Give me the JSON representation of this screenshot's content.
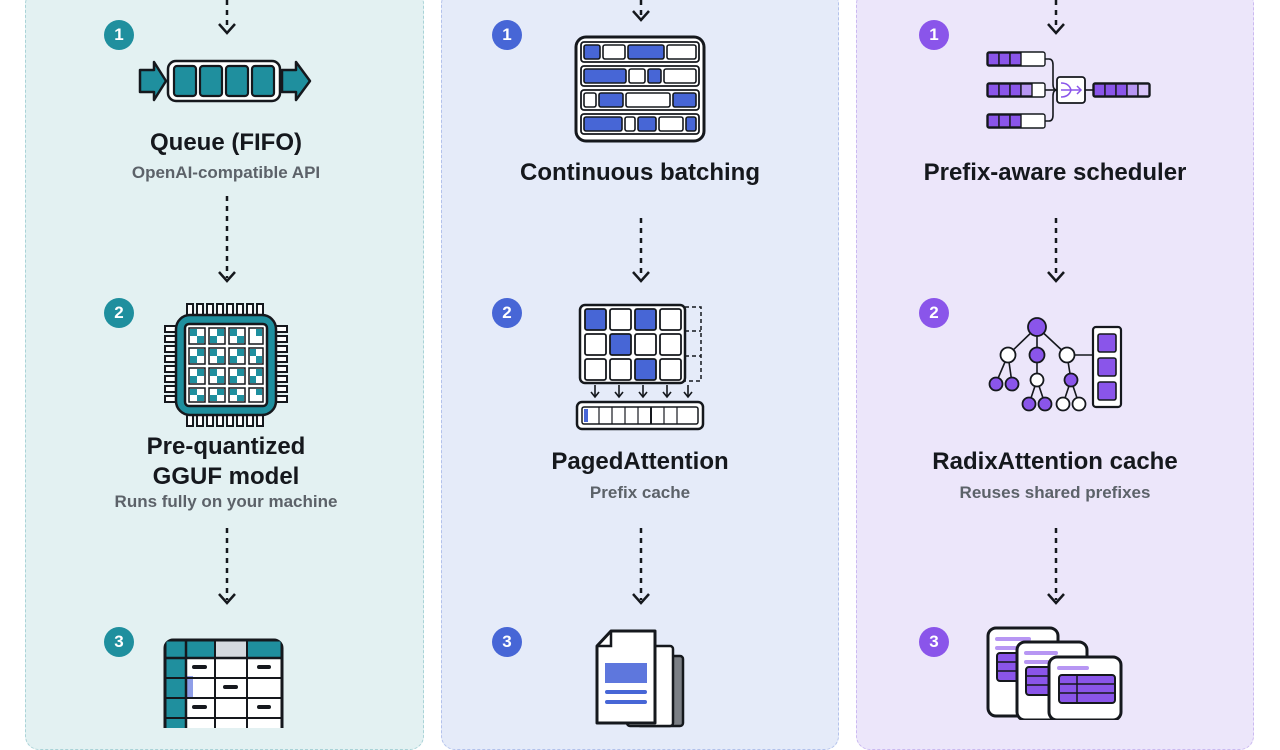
{
  "columns": [
    {
      "steps": [
        {
          "number": "1",
          "icon": "fifo-queue-icon",
          "title": "Queue (FIFO)",
          "subtitle": "OpenAI-compatible API"
        },
        {
          "number": "2",
          "icon": "chip-icon",
          "title_lines": [
            "Pre-quantized",
            "GGUF model"
          ],
          "subtitle": "Runs fully on your machine"
        },
        {
          "number": "3",
          "icon": "table-icon"
        }
      ]
    },
    {
      "steps": [
        {
          "number": "1",
          "icon": "batch-grid-icon",
          "title": "Continuous batching"
        },
        {
          "number": "2",
          "icon": "paged-blocks-icon",
          "title": "PagedAttention",
          "subtitle": "Prefix cache"
        },
        {
          "number": "3",
          "icon": "document-stack-icon"
        }
      ]
    },
    {
      "steps": [
        {
          "number": "1",
          "icon": "scheduler-merge-icon",
          "title": "Prefix-aware scheduler"
        },
        {
          "number": "2",
          "icon": "radix-tree-icon",
          "title": "RadixAttention cache",
          "subtitle": "Reuses shared prefixes"
        },
        {
          "number": "3",
          "icon": "document-stack-icon"
        }
      ]
    }
  ],
  "colors": {
    "teal": "#1f8f9e",
    "blue": "#4766d6",
    "purple": "#8a55ea",
    "ink": "#15181d"
  }
}
